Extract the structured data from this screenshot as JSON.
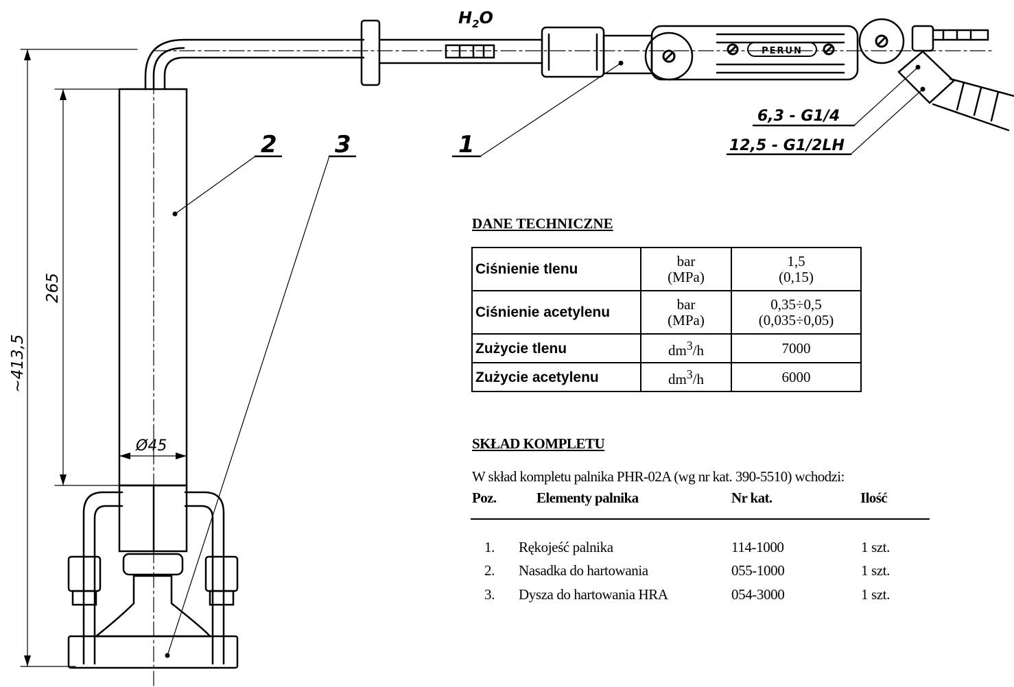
{
  "drawing": {
    "water_label": "H",
    "water_sub": "2",
    "water_label_end": "O",
    "brand": "PERUN",
    "conn_1": "6,3 - G1/4",
    "conn_2": "12,5 - G1/2LH",
    "pos_1": "1",
    "pos_2": "2",
    "pos_3": "3",
    "dim_total": "~413,5",
    "dim_tube": "265",
    "dim_dia": "Ø45"
  },
  "tech": {
    "title": "DANE TECHNICZNE",
    "rows": [
      {
        "name": "Ciśnienie tlenu",
        "unit_1": "bar",
        "unit_2": "(MPa)",
        "val_1": "1,5",
        "val_2": "(0,15)"
      },
      {
        "name": "Ciśnienie acetylenu",
        "unit_1": "bar",
        "unit_2": "(MPa)",
        "val_1": "0,35÷0,5",
        "val_2": "(0,035÷0,05)"
      },
      {
        "name": "Zużycie tlenu",
        "unit_1": "dm",
        "unit_sup": "3",
        "unit_2": "/h",
        "val_1": "7000"
      },
      {
        "name": "Zużycie acetylenu",
        "unit_1": "dm",
        "unit_sup": "3",
        "unit_2": "/h",
        "val_1": "6000"
      }
    ]
  },
  "kit": {
    "title": "SKŁAD KOMPLETU",
    "intro": "W skład kompletu palnika PHR-02A (wg nr kat. 390-5510)  wchodzi:",
    "headers": {
      "pos": "Poz.",
      "element": "Elementy palnika",
      "catalog": "Nr kat.",
      "qty": "Ilość"
    },
    "rows": [
      {
        "pos": "1.",
        "element": "Rękojeść palnika",
        "catalog": "114-1000",
        "qty": "1 szt."
      },
      {
        "pos": "2.",
        "element": "Nasadka do hartowania",
        "catalog": "055-1000",
        "qty": "1 szt."
      },
      {
        "pos": "3.",
        "element": "Dysza do hartowania HRA",
        "catalog": "054-3000",
        "qty": "1 szt."
      }
    ]
  }
}
